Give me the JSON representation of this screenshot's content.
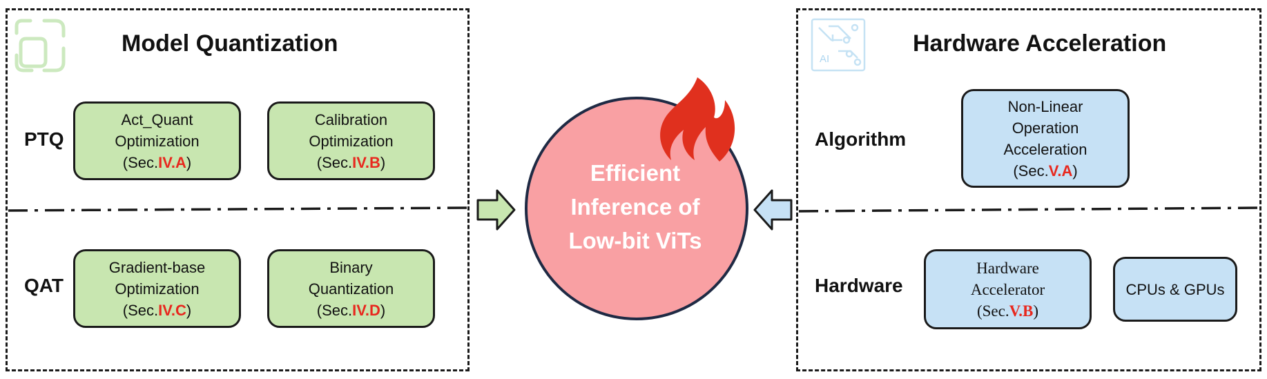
{
  "left": {
    "title": "Model Quantization",
    "rows": [
      {
        "label": "PTQ",
        "boxes": [
          {
            "lines": [
              "Act_Quant",
              "Optimization"
            ],
            "ref_prefix": "(Sec.",
            "ref": "IV.A",
            "ref_suffix": ")"
          },
          {
            "lines": [
              "Calibration",
              "Optimization"
            ],
            "ref_prefix": "(Sec.",
            "ref": "IV.B",
            "ref_suffix": ")"
          }
        ]
      },
      {
        "label": "QAT",
        "boxes": [
          {
            "lines": [
              "Gradient-base",
              "Optimization"
            ],
            "ref_prefix": "(Sec.",
            "ref": "IV.C",
            "ref_suffix": ")"
          },
          {
            "lines": [
              "Binary",
              "Quantization"
            ],
            "ref_prefix": "(Sec.",
            "ref": "IV.D",
            "ref_suffix": ")"
          }
        ]
      }
    ]
  },
  "center": {
    "lines": [
      "Efficient",
      "Inference of",
      "Low-bit ViTs"
    ]
  },
  "right": {
    "title": "Hardware Acceleration",
    "icon_text": "AI",
    "rows": [
      {
        "label": "Algorithm",
        "boxes": [
          {
            "lines": [
              "Non-Linear",
              "Operation",
              "Acceleration"
            ],
            "ref_prefix": "(Sec.",
            "ref": "V.A",
            "ref_suffix": ")"
          }
        ]
      },
      {
        "label": "Hardware",
        "boxes": [
          {
            "lines": [
              "Hardware",
              "Accelerator"
            ],
            "ref_prefix": "(Sec.",
            "ref": "V.B",
            "ref_suffix": ")"
          },
          {
            "lines": [
              "CPUs & GPUs"
            ]
          }
        ]
      }
    ]
  },
  "colors": {
    "green_box": "#c8e6b0",
    "blue_box": "#c6e1f5",
    "circle_fill": "#f9a0a3",
    "circle_stroke": "#1f2a44",
    "flame": "#e0301e",
    "ref_red": "#e8281e"
  }
}
